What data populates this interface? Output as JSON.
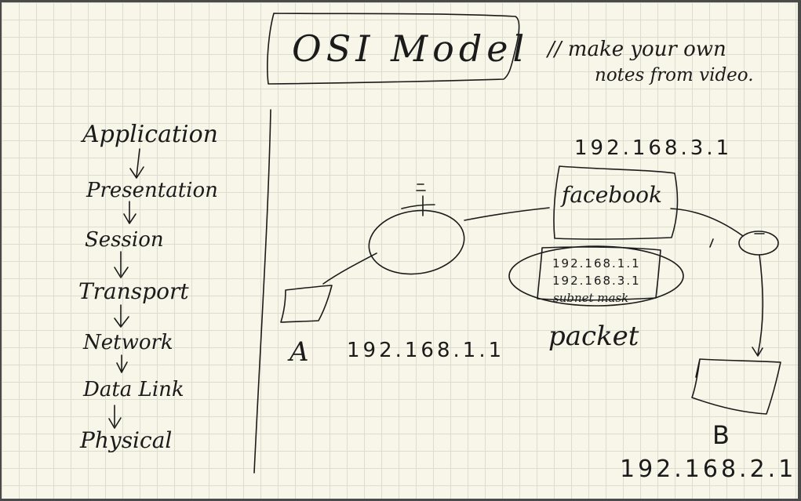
{
  "note": {
    "title": "OSI Model",
    "comment_line1": "// make your own",
    "comment_line2": "notes from video.",
    "layers": [
      "Application",
      "Presentation",
      "Session",
      "Transport",
      "Network",
      "Data Link",
      "Physical"
    ]
  },
  "diagram": {
    "host_a_label": "A",
    "host_a_ip": "192.168.1.1",
    "server_ip": "192.168.3.1",
    "server_label": "facebook",
    "packet_line1": "192.168.1.1",
    "packet_line2": "192.168.3.1",
    "packet_line3": "subnet mask",
    "packet_label": "packet",
    "host_b_label": "B",
    "host_b_ip": "192.168.2.1"
  }
}
